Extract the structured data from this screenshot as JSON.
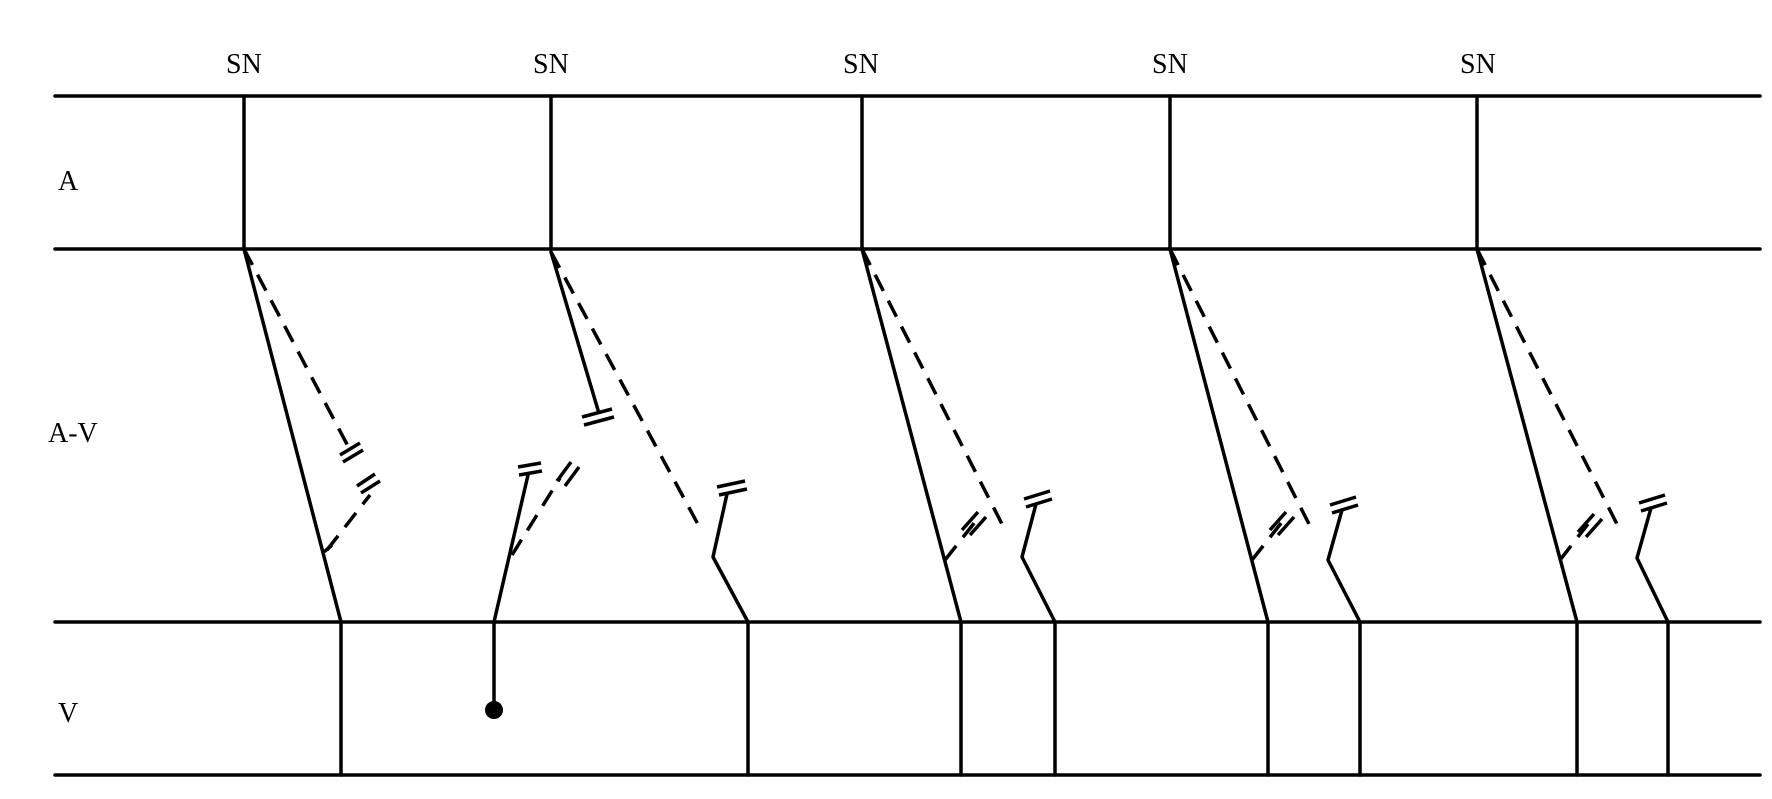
{
  "rows": {
    "a": "A",
    "av": "A-V",
    "v": "V"
  },
  "sn_label": "SN",
  "beat_count": 5
}
